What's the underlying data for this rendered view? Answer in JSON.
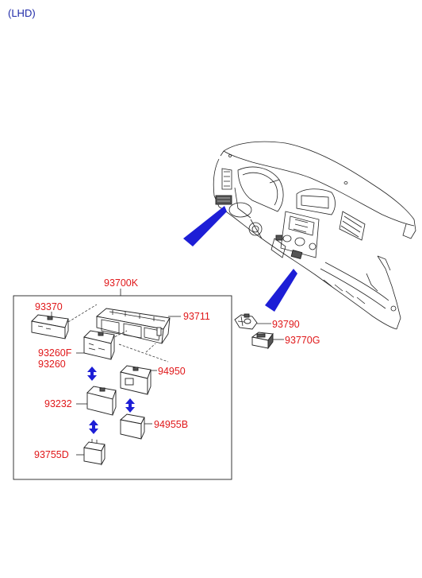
{
  "header": {
    "variant": "(LHD)"
  },
  "parts": {
    "assembly": "93700K",
    "housing": "93711",
    "switch_a": "93370",
    "switch_b1": "93260F",
    "switch_b2": "93260",
    "switch_c": "94950",
    "switch_d": "93232",
    "switch_e": "94955B",
    "switch_f": "93755D",
    "switch_g": "93790",
    "switch_h": "93770G"
  },
  "colors": {
    "label": "#e0181a",
    "header": "#1f2aa8",
    "arrow": "#1d1ed6"
  },
  "icons": [
    "double-arrow-icon",
    "pointer-arrow-icon"
  ]
}
